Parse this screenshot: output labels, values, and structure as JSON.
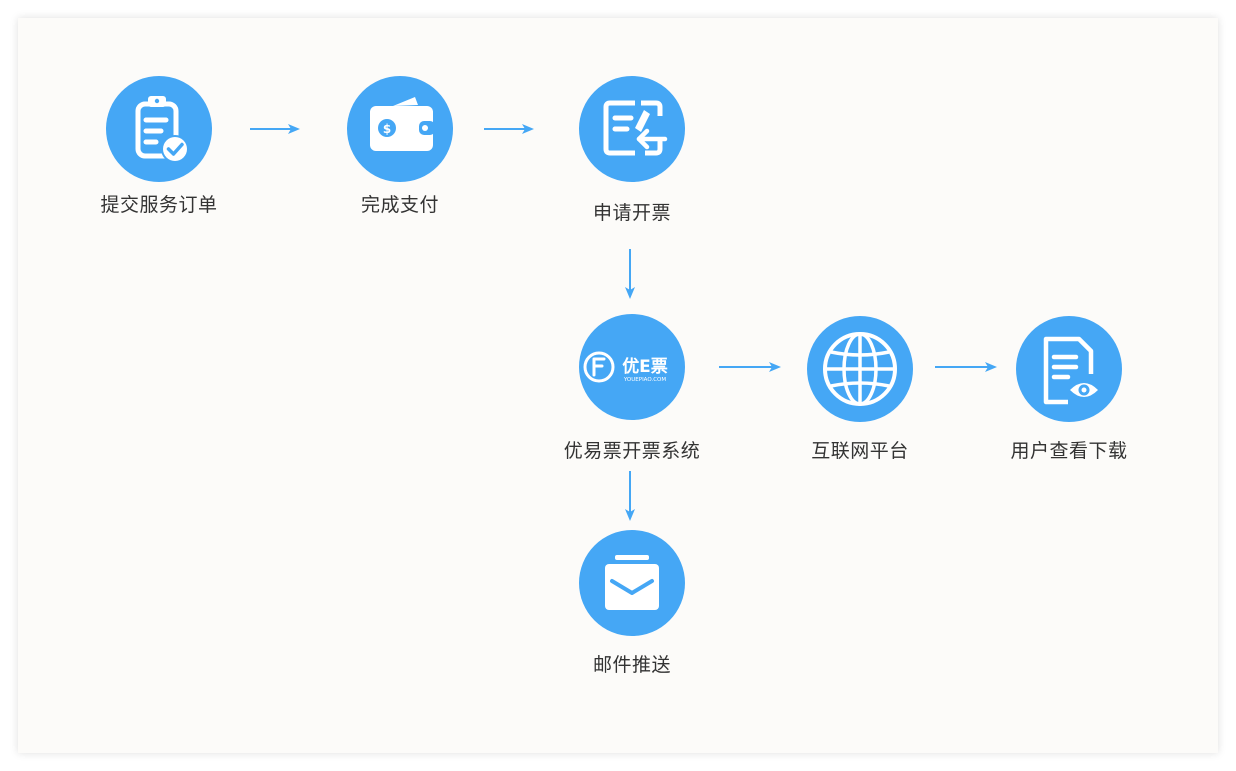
{
  "colors": {
    "node_fill": "#45a7f5",
    "arrow": "#45a7f5",
    "label_text": "#333333",
    "background": "#fcfbf9"
  },
  "steps": {
    "submit_order": {
      "label": "提交服务订单",
      "icon": "clipboard-check-icon"
    },
    "complete_payment": {
      "label": "完成支付",
      "icon": "wallet-icon"
    },
    "apply_invoice": {
      "label": "申请开票",
      "icon": "invoice-request-icon"
    },
    "youepiao_system": {
      "label": "优易票开票系统",
      "icon": "youepiao-logo",
      "logo_text": "优E票",
      "logo_domain": "YOUEPIAO.COM"
    },
    "internet_platform": {
      "label": "互联网平台",
      "icon": "globe-icon"
    },
    "user_view_download": {
      "label": "用户查看下载",
      "icon": "document-view-icon"
    },
    "email_push": {
      "label": "邮件推送",
      "icon": "envelope-icon"
    }
  }
}
